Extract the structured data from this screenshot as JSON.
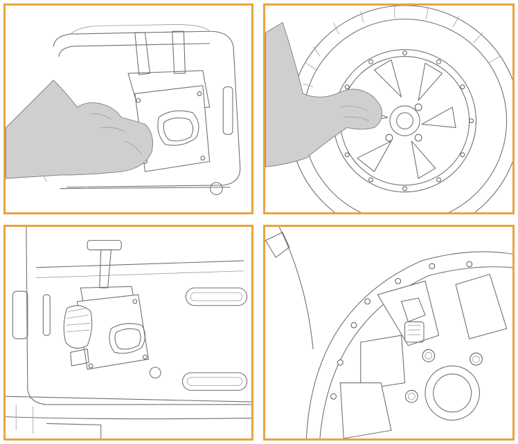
{
  "colors": {
    "frame": "#e8a33c",
    "hand": "#cfcfcf",
    "line": "#6e6e6e"
  },
  "panels": [
    {
      "name": "panel-loosen-bracket"
    },
    {
      "name": "panel-remove-lug-nuts"
    },
    {
      "name": "panel-tailgate-jack"
    },
    {
      "name": "panel-wheel-lock-closeup"
    }
  ]
}
